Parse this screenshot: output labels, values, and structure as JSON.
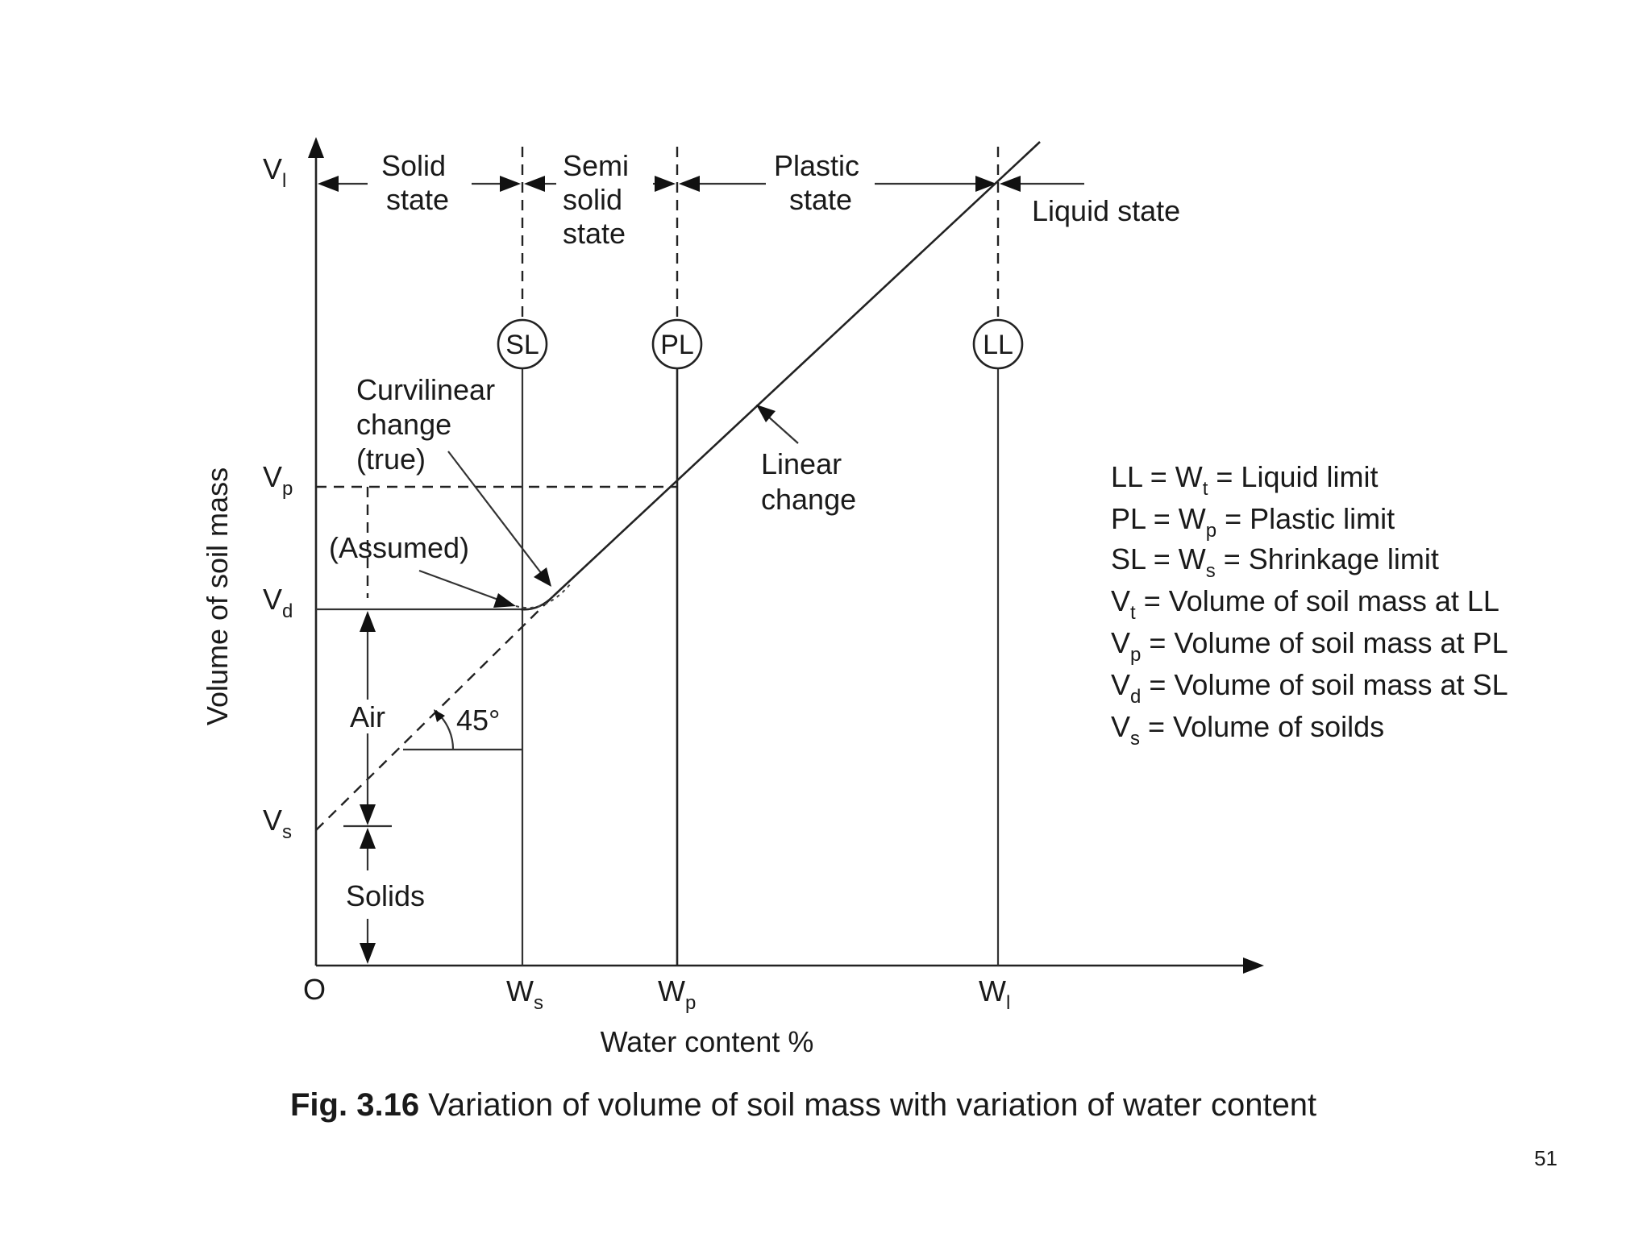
{
  "axes": {
    "y_label": "Volume of soil mass",
    "x_label": "Water content %",
    "origin": "O",
    "y_ticks": [
      {
        "main": "V",
        "sub": "l"
      },
      {
        "main": "V",
        "sub": "p"
      },
      {
        "main": "V",
        "sub": "d"
      },
      {
        "main": "V",
        "sub": "s"
      }
    ],
    "x_ticks": [
      {
        "main": "W",
        "sub": "s"
      },
      {
        "main": "W",
        "sub": "p"
      },
      {
        "main": "W",
        "sub": "l"
      }
    ]
  },
  "states": {
    "solid": [
      "Solid",
      "state"
    ],
    "semi_solid": [
      "Semi",
      "solid",
      "state"
    ],
    "plastic": [
      "Plastic",
      "state"
    ],
    "liquid": "Liquid state"
  },
  "limits": {
    "sl": "SL",
    "pl": "PL",
    "ll": "LL"
  },
  "annotations": {
    "curvilinear": [
      "Curvilinear",
      "change",
      "(true)"
    ],
    "assumed": "(Assumed)",
    "linear": [
      "Linear",
      "change"
    ],
    "air": "Air",
    "solids": "Solids",
    "angle": "45°"
  },
  "legend": [
    {
      "pre": "LL = W",
      "sub": "t",
      "post": " = Liquid limit"
    },
    {
      "pre": "PL = W",
      "sub": "p",
      "post": " = Plastic limit"
    },
    {
      "pre": "SL = W",
      "sub": "s",
      "post": " = Shrinkage limit"
    },
    {
      "pre": "V",
      "sub": "t",
      "post": " = Volume of soil mass at LL"
    },
    {
      "pre": "V",
      "sub": "p",
      "post": " = Volume of soil mass at PL"
    },
    {
      "pre": "V",
      "sub": "d",
      "post": " = Volume of soil mass at SL"
    },
    {
      "pre": "V",
      "sub": "s",
      "post": " = Volume of soilds"
    }
  ],
  "caption": {
    "bold": "Fig. 3.16",
    "text": " Variation of volume of soil mass with variation of water content"
  },
  "page_number": "51"
}
